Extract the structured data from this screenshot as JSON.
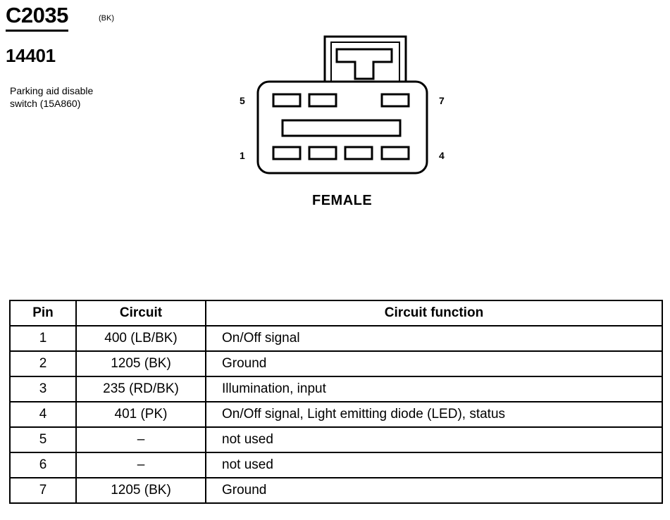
{
  "connector": {
    "id": "C2035",
    "color_code": "(BK)",
    "part_number": "14401",
    "description_line1": "Parking aid disable",
    "description_line2": "switch (15A860)",
    "gender": "FEMALE",
    "pin_labels": {
      "top_left": "5",
      "top_right": "7",
      "bottom_left": "1",
      "bottom_right": "4"
    }
  },
  "table": {
    "headers": {
      "pin": "Pin",
      "circuit": "Circuit",
      "function": "Circuit function"
    },
    "rows": [
      {
        "pin": "1",
        "circuit": "400 (LB/BK)",
        "function": "On/Off signal"
      },
      {
        "pin": "2",
        "circuit": "1205 (BK)",
        "function": "Ground"
      },
      {
        "pin": "3",
        "circuit": "235 (RD/BK)",
        "function": "Illumination, input"
      },
      {
        "pin": "4",
        "circuit": "401 (PK)",
        "function": "On/Off signal, Light emitting diode (LED), status"
      },
      {
        "pin": "5",
        "circuit": "–",
        "function": "not used"
      },
      {
        "pin": "6",
        "circuit": "–",
        "function": "not used"
      },
      {
        "pin": "7",
        "circuit": "1205 (BK)",
        "function": "Ground"
      }
    ]
  }
}
